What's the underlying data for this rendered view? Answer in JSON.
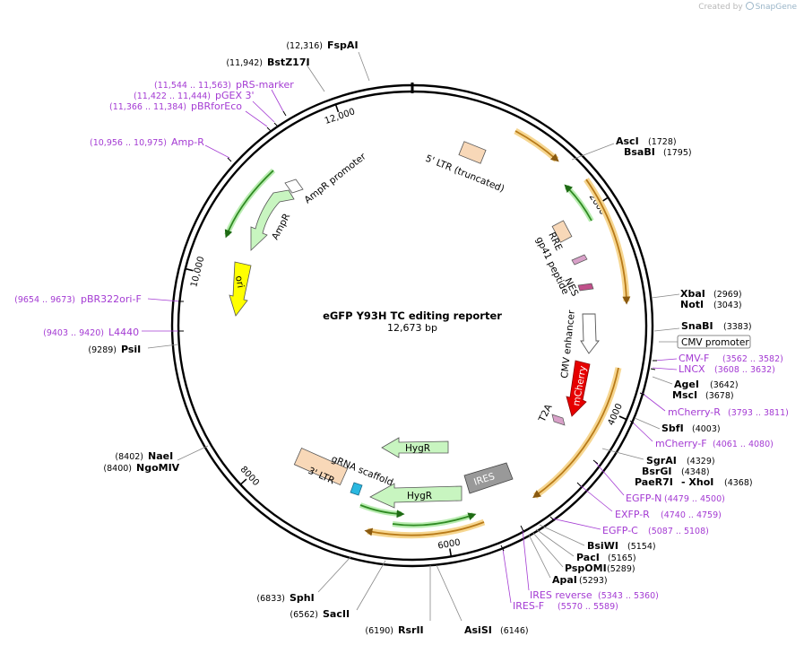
{
  "watermark": {
    "prefix": "Created by",
    "brand": "SnapGene"
  },
  "map": {
    "name": "eGFP Y93H TC editing reporter",
    "length_label": "12,673 bp",
    "total_bp": 12673
  },
  "ticks": [
    {
      "bp": 2000,
      "label": "2000"
    },
    {
      "bp": 4000,
      "label": "4000"
    },
    {
      "bp": 6000,
      "label": "6000"
    },
    {
      "bp": 8000,
      "label": "8000"
    },
    {
      "bp": 10000,
      "label": "10,000"
    },
    {
      "bp": 12000,
      "label": "12,000"
    }
  ],
  "enzymes": [
    {
      "name": "FspAI",
      "pos": "(12,316)",
      "side": "left"
    },
    {
      "name": "BstZ17I",
      "pos": "(11,942)",
      "side": "left"
    },
    {
      "name": "PsiI",
      "pos": "(9289)",
      "side": "left"
    },
    {
      "name": "NaeI",
      "pos": "(8402)",
      "side": "left"
    },
    {
      "name": "NgoMIV",
      "pos": "(8400)",
      "side": "left"
    },
    {
      "name": "SphI",
      "pos": "(6833)",
      "side": "left"
    },
    {
      "name": "SacII",
      "pos": "(6562)",
      "side": "left"
    },
    {
      "name": "RsrII",
      "pos": "(6190)",
      "side": "left"
    },
    {
      "name": "AsiSI",
      "pos": "(6146)",
      "side": "right"
    },
    {
      "name": "AscI",
      "pos": "(1728)",
      "side": "right"
    },
    {
      "name": "BsaBI",
      "pos": "(1795)",
      "side": "right"
    },
    {
      "name": "XbaI",
      "pos": "(2969)",
      "side": "right"
    },
    {
      "name": "NotI",
      "pos": "(3043)",
      "side": "right"
    },
    {
      "name": "SnaBI",
      "pos": "(3383)",
      "side": "right"
    },
    {
      "name": "AgeI",
      "pos": "(3642)",
      "side": "right"
    },
    {
      "name": "MscI",
      "pos": "(3678)",
      "side": "right"
    },
    {
      "name": "SbfI",
      "pos": "(4003)",
      "side": "right"
    },
    {
      "name": "SgrAI",
      "pos": "(4329)",
      "side": "right"
    },
    {
      "name": "BsrGI",
      "pos": "(4348)",
      "side": "right"
    },
    {
      "name": "PaeR7I",
      "pos": "",
      "side": "right"
    },
    {
      "name": "- XhoI",
      "pos": "(4368)",
      "side": "right"
    },
    {
      "name": "BsiWI",
      "pos": "(5154)",
      "side": "right"
    },
    {
      "name": "PacI",
      "pos": "(5165)",
      "side": "right"
    },
    {
      "name": "PspOMI",
      "pos": "(5289)",
      "side": "right"
    },
    {
      "name": "ApaI",
      "pos": "(5293)",
      "side": "right"
    }
  ],
  "primers": [
    {
      "name": "pRS-marker",
      "pos": "(11,544 .. 11,563)"
    },
    {
      "name": "pGEX 3'",
      "pos": "(11,422 .. 11,444)"
    },
    {
      "name": "pBRforEco",
      "pos": "(11,366 .. 11,384)"
    },
    {
      "name": "Amp-R",
      "pos": "(10,956 .. 10,975)"
    },
    {
      "name": "pBR322ori-F",
      "pos": "(9654 .. 9673)"
    },
    {
      "name": "L4440",
      "pos": "(9403 .. 9420)"
    },
    {
      "name": "CMV-F",
      "pos": "(3562 .. 3582)"
    },
    {
      "name": "LNCX",
      "pos": "(3608 .. 3632)"
    },
    {
      "name": "mCherry-R",
      "pos": "(3793 .. 3811)"
    },
    {
      "name": "mCherry-F",
      "pos": "(4061 .. 4080)"
    },
    {
      "name": "EGFP-N",
      "pos": "(4479 .. 4500)"
    },
    {
      "name": "EXFP-R",
      "pos": "(4740 .. 4759)"
    },
    {
      "name": "EGFP-C",
      "pos": "(5087 .. 5108)"
    },
    {
      "name": "IRES reverse",
      "pos": "(5343 .. 5360)"
    },
    {
      "name": "IRES-F",
      "pos": "(5570 .. 5589)"
    }
  ],
  "features": {
    "ltr5": "5' LTR (truncated)",
    "rre": "RRE",
    "gp41": "gp41 peptide",
    "nes": "NES",
    "cmv_enhancer": "CMV enhancer",
    "cmv_promoter": "CMV promoter",
    "mcherry": "mCherry",
    "t2a": "T2A",
    "ires": "IRES",
    "hygr_top": "HygR",
    "hygr_bottom": "HygR",
    "ltr3": "3' LTR",
    "grna": "gRNA scaffold",
    "ori": "ori",
    "ampr": "AmpR",
    "ampr_promoter": "AmpR promoter"
  },
  "colors": {
    "primer": "#a43bd3",
    "orange_arc": "#e8a030",
    "green_arc": "#3b9c2c",
    "ltr": "#f8d8b8",
    "mcherry": "#e60000",
    "hygr": "#c8f5c0",
    "ori": "#ffff00",
    "ires": "#999999",
    "grna": "#2ab8e0"
  }
}
